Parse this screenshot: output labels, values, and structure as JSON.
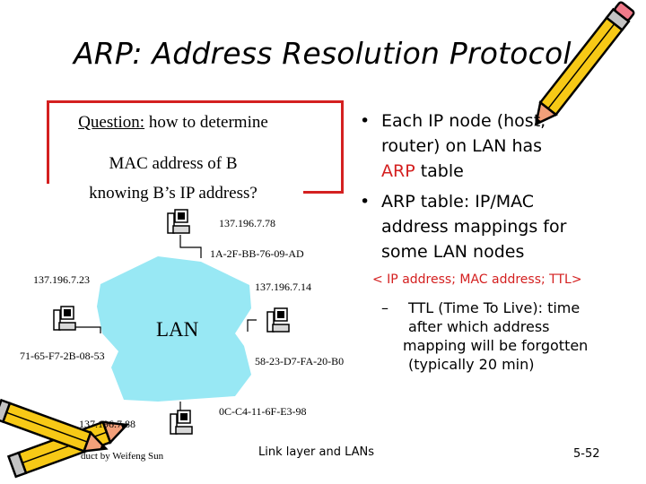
{
  "title": "ARP: Address Resolution Protocol",
  "question": {
    "prefix": "Question:",
    "line1_rest": " how to determine",
    "line2": "MAC address of B",
    "line3": "knowing B’s IP address?"
  },
  "bullets": [
    {
      "line1": "Each IP node (host,",
      "line2": "router) on LAN has",
      "line3_red": "ARP",
      "line3_rest": " table"
    },
    {
      "line1": "ARP table: IP/MAC",
      "line2": "address mappings for",
      "line3": "some LAN nodes"
    }
  ],
  "entry_format": "< IP address; MAC address; TTL>",
  "ttl_note": {
    "dash": "–",
    "line1": "TTL (Time To Live): time",
    "line2": "after which address",
    "line3": "mapping will be forgotten",
    "line4": "(typically 20 min)"
  },
  "nodes": {
    "top": {
      "ip": "137.196.7.78",
      "mac": "1A-2F-BB-76-09-AD"
    },
    "left": {
      "ip": "137.196.7.23",
      "mac": "71-65-F7-2B-08-53"
    },
    "right": {
      "ip": "137.196.7.14",
      "mac": "58-23-D7-FA-20-B0"
    },
    "bottom": {
      "ip": "137.196.7.88",
      "mac": "0C-C4-11-6F-E3-98"
    }
  },
  "lan_label": "LAN",
  "footer": {
    "center": "Link layer and LANs",
    "page": "5-52",
    "credit": "duct by Weifeng Sun"
  },
  "colors": {
    "accent": "#d42020",
    "lan_cloud": "#98e8f4",
    "pencil_body": "#f7c916",
    "pencil_tip": "#f3a07a"
  },
  "icons": [
    "computer-icon",
    "pencil-icon"
  ]
}
